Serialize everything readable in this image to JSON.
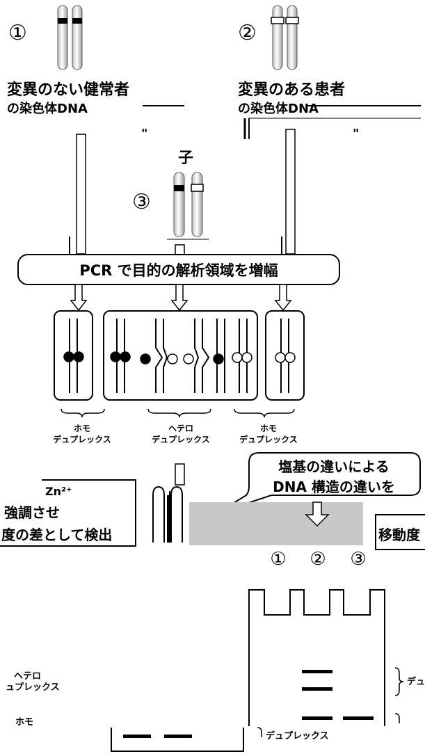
{
  "case1": {
    "number": "①",
    "title": "変異のない健常者",
    "subtitle": "の染色体DNA"
  },
  "case2": {
    "number": "②",
    "title": "変異のある患者",
    "subtitle": "の染色体DNA"
  },
  "case3": {
    "number": "③",
    "subtitle_partial": "子"
  },
  "quote_marks": [
    "\"",
    "\""
  ],
  "pcr_label": "PCR で目的の解析領域を増幅",
  "duplex_groups": [
    {
      "line1": "ホモ",
      "line2": "デュプレックス"
    },
    {
      "line1": "ヘテロ",
      "line2": "デュプレックス"
    },
    {
      "line1": "ホモ",
      "line2": "デュプレックス"
    }
  ],
  "callout": {
    "line1": "塩基の違いによる",
    "line2": "DNA 構造の違いを"
  },
  "partial_left": {
    "fragment_top": "Zn²⁺",
    "line1": "強調させ",
    "line2": "度の差として検出"
  },
  "partial_right": {
    "line1": "移動度"
  },
  "gel": {
    "lanes": [
      "①",
      "②",
      "③"
    ]
  },
  "gel_labels": {
    "hetero_left": {
      "line1": "ヘテロ",
      "line2": "ュプレックス"
    },
    "homo_left": {
      "line1": "ホモ"
    },
    "right_top": "デュ",
    "right_bottom": "デュプレックス"
  },
  "colors": {
    "ink": "#000000",
    "gray_block": "#c8c8c8",
    "shade": "#d9d9d9"
  }
}
